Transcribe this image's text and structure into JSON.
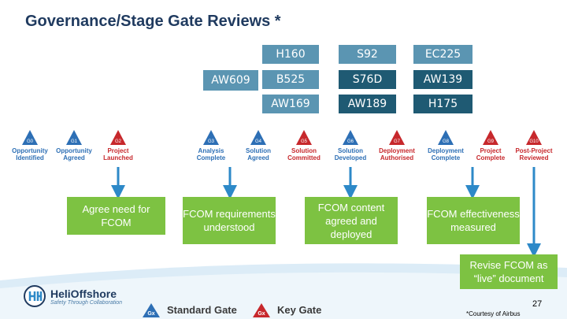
{
  "title": "Governance/Stage Gate Reviews *",
  "aircraft": {
    "row1": [
      "H160",
      "S92",
      "EC225"
    ],
    "row2_label": "AW609",
    "row2": [
      "B525",
      "S76D",
      "AW139"
    ],
    "row3": [
      "AW169",
      "AW189",
      "H175"
    ]
  },
  "gates": [
    {
      "code": "G0",
      "label": "Opportunity Identified",
      "type": "standard"
    },
    {
      "code": "G1",
      "label": "Opportunity Agreed",
      "type": "standard"
    },
    {
      "code": "G2",
      "label": "Project Launched",
      "type": "key"
    },
    {
      "code": "G3",
      "label": "Analysis Complete",
      "type": "standard"
    },
    {
      "code": "G4",
      "label": "Solution Agreed",
      "type": "standard"
    },
    {
      "code": "G5",
      "label": "Solution Committed",
      "type": "key"
    },
    {
      "code": "G6",
      "label": "Solution Developed",
      "type": "standard"
    },
    {
      "code": "G7",
      "label": "Deployment Authorised",
      "type": "key"
    },
    {
      "code": "G8",
      "label": "Deployment Complete",
      "type": "standard"
    },
    {
      "code": "G9",
      "label": "Project Complete",
      "type": "key"
    },
    {
      "code": "G10",
      "label": "Post-Project Reviewed",
      "type": "key"
    }
  ],
  "outcomes": {
    "o1": "Agree need for FCOM",
    "o2": "FCOM requirements understood",
    "o3": "FCOM content agreed and deployed",
    "o4": "FCOM effectiveness measured",
    "o5": "Revise FCOM as “live” document"
  },
  "logo": {
    "name": "HeliOffshore",
    "tagline": "Safety Through Collaboration"
  },
  "legend": {
    "standard_gate": "Standard Gate",
    "key_gate": "Key Gate",
    "gate_code": "Gx"
  },
  "page_number": "27",
  "courtesy": "*Courtesy of Airbus",
  "colors": {
    "standard": "#2d6fb5",
    "key": "#c7282c",
    "green": "#7dc242",
    "box_light": "#5b95b2",
    "box_dark": "#1f5a73"
  }
}
